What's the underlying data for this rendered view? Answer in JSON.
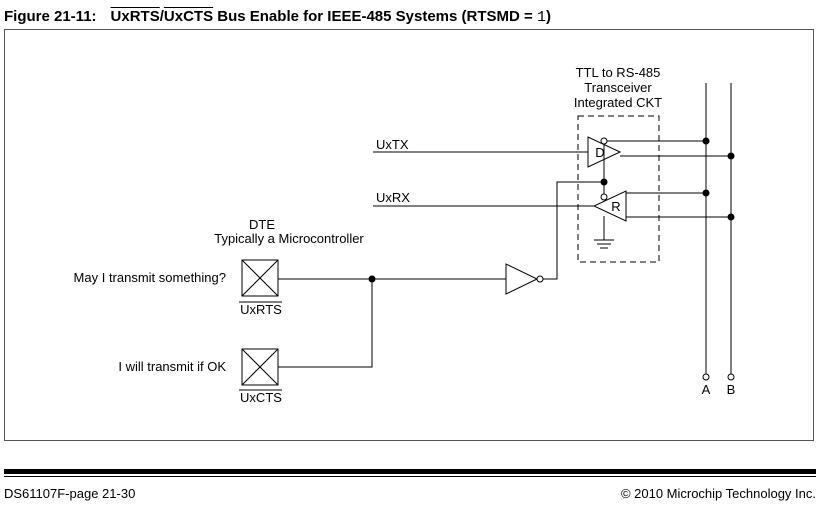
{
  "caption": {
    "fig_num": "Figure 21-11:",
    "sig_rts": "UxRTS",
    "slash": "/",
    "sig_cts": "UxCTS",
    "title_rest": " Bus Enable for IEEE-485 Systems (RTSMD = ",
    "code": "1",
    "close": ")"
  },
  "diagram": {
    "transceiver": [
      "TTL to RS-485",
      "Transceiver",
      "Integrated CKT"
    ],
    "driver_label": "D",
    "receiver_label": "R",
    "uxtx": "UxTX",
    "uxrx": "UxRX",
    "dte": [
      "DTE",
      "Typically a Microcontroller"
    ],
    "rts_text": "May I transmit something?",
    "rts_pin": "UxRTS",
    "cts_text": "I will transmit if OK",
    "cts_pin": "UxCTS",
    "term_a": "A",
    "term_b": "B"
  },
  "footer": {
    "left": "DS61107F-page 21-30",
    "right": "© 2010 Microchip Technology Inc."
  }
}
